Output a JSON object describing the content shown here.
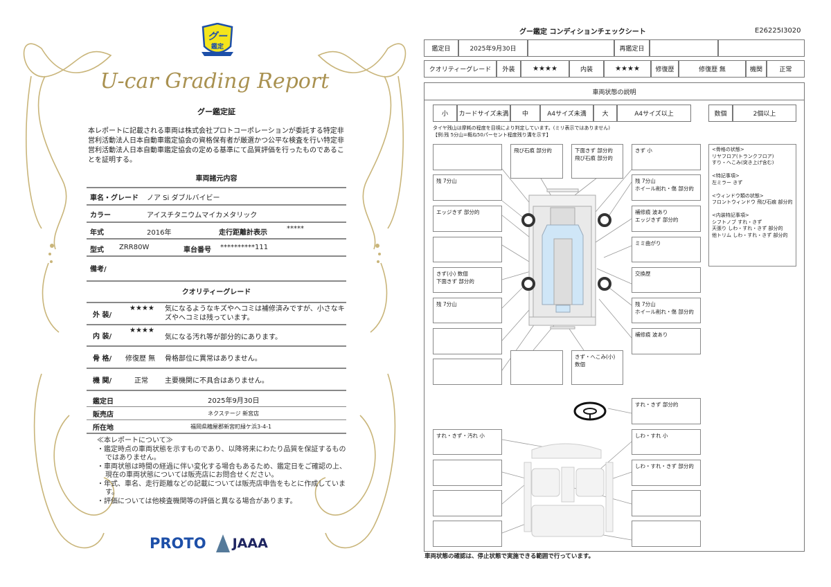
{
  "certificate": {
    "logo_text": "グー鑑定",
    "report_title": "U-car Grading Report",
    "heading": "グー鑑定証",
    "intro": "本レポートに記載される車両は株式会社プロトコーポレーションが委託する特定非営利活動法人日本自動車鑑定協会の資格保有者が厳選かつ公平な検査を行い特定非営利活動法人日本自動車鑑定協会の定める基準にて品質評価を行ったものであることを証明する。",
    "specs_heading": "車両諸元内容",
    "specs": {
      "name_label": "車名・グレード",
      "name_value": "ノア Si ダブルバイビー",
      "color_label": "カラー",
      "color_value": "アイスチタニウムマイカメタリック",
      "year_label": "年式",
      "year_value": "2016年",
      "odometer_label": "走行距離計表示",
      "odometer_value": "*****",
      "model_label": "型式",
      "model_value": "ZRR80W",
      "chassis_label": "車台番号",
      "chassis_value": "**********111",
      "remarks_label": "備考/"
    },
    "grade_heading": "クオリティーグレード",
    "grades": [
      {
        "label": "外 装/",
        "value": "★★★★",
        "desc": "気になるようなキズやヘコミは補修済みですが、小さなキズやヘコミは残っています。"
      },
      {
        "label": "内 装/",
        "value": "★★★★",
        "desc": "気になる汚れ等が部分的にあります。"
      },
      {
        "label": "骨 格/",
        "value": "修復歴 無",
        "desc": "骨格部位に異常はありません。"
      },
      {
        "label": "機 関/",
        "value": "正常",
        "desc": "主要機関に不具合はありません。"
      }
    ],
    "inspection_date_label": "鑑定日",
    "inspection_date": "2025年9月30日",
    "dealer_label": "販売店",
    "dealer": "ネクステージ 新宮店",
    "location_label": "所在地",
    "location": "福岡県糟屋郡新宮町緑ケ浜3-4-1",
    "notes_heading": "≪本レポートについて≫",
    "notes": [
      "・鑑定時点の車両状態を示すものであり、以降将来にわたり品質を保証するものではありません。",
      "・車両状態は時間の経過に伴い変化する場合もあるため、鑑定日をご確認の上、現在の車両状態については販売店にお問合せください。",
      "・年式、車名、走行距離などの記載については販売店申告をもとに作成しています。",
      "・評価については他検査機関等の評価と異なる場合があります。"
    ],
    "footer_logos": [
      "PROTO",
      "JAAA"
    ]
  },
  "sheet": {
    "title": "グー鑑定 コンディションチェックシート",
    "id": "E26225I3020",
    "date_label": "鑑定日",
    "date_value": "2025年9月30日",
    "reinspect_label": "再鑑定日",
    "grade_row": {
      "label": "クオリティーグレード",
      "exterior_label": "外装",
      "exterior": "★★★★",
      "interior_label": "内装",
      "interior": "★★★★",
      "repair_label": "修復歴",
      "repair": "修復歴 無",
      "engine_label": "機関",
      "engine": "正常"
    },
    "section_title": "車両状態の説明",
    "legend": [
      {
        "key": "小",
        "desc": "カードサイズ未満"
      },
      {
        "key": "中",
        "desc": "A4サイズ未満"
      },
      {
        "key": "大",
        "desc": "A4サイズ以上"
      },
      {
        "key": "数個",
        "desc": "2個以上"
      }
    ],
    "tire_note1": "タイヤ残山は摩耗の程度を目視により判定しています。(ミリ表示ではありません)",
    "tire_note2": "【例:残 5分山=概ね50パーセント程度残り溝を示す】",
    "exterior_left": [
      "",
      "残 7分山",
      "エッジきず 部分的",
      "",
      "きず(小) 数個\n下面きず 部分的",
      "残 7分山",
      "",
      ""
    ],
    "exterior_top": [
      "飛び石痕 部分的",
      "下面きず 部分的\n飛び石痕 部分的"
    ],
    "exterior_right": [
      "きず 小",
      "残 7分山\nホイール削れ・傷 部分的",
      "補修痕 波あり\nエッジきず 部分的",
      "ミミ曲がり",
      "交換歴",
      "残 7分山\nホイール削れ・傷 部分的",
      "補修痕 波あり"
    ],
    "exterior_bottom": [
      "",
      "きず・へこみ(小) 数個"
    ],
    "remarks": "<骨格の状態>\nリヤフロア(トランクフロア)\nすり・へこみ(突き上げ含む)\n\n<特記事項>\n左ミラー きず\n\n<ウィンドウ類の状態>\nフロントウィンドウ 飛び石痕 部分的\n\n<内装特記事項>\nシフトノブ すれ・きず\n天張り しわ・すれ・きず 部分的\n他トリム しわ・すれ・きず 部分的",
    "interior_left": [
      "すれ・きず・汚れ 小",
      "",
      "",
      ""
    ],
    "interior_right": [
      "すれ・きず 部分的",
      "しわ・すれ 小",
      "しわ・すれ・きず 部分的",
      "",
      ""
    ],
    "footer": "車両状態の確認は、停止状態で実施できる範囲で行っています。"
  },
  "colors": {
    "gold": "#a99150",
    "brand_blue": "#1d4fa8",
    "logo_yellow": "#f4e51c",
    "glass_blue": "#cfe6f7"
  }
}
